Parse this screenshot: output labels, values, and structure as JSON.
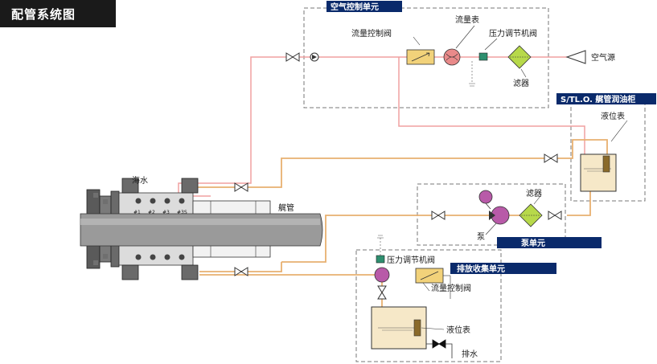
{
  "title": "配管系统图",
  "units": {
    "air_control": "空气控制单元",
    "lube_tank": "S/TL.O. 艉管润油柜",
    "pump_unit": "泵单元",
    "drain_unit": "排放收集单元"
  },
  "labels": {
    "flow_control_valve_air": "流量控制阀",
    "flow_meter": "流量表",
    "pressure_regulator_air": "压力调节机阀",
    "filter_air": "滤器",
    "air_source": "空气源",
    "level_gauge_tank": "液位表",
    "filter_pump": "滤器",
    "pump": "泵",
    "seawater": "海水",
    "stern_tube": "艉管",
    "pressure_regulator_drain": "压力调节机阀",
    "flow_control_valve_drain": "流量控制阀",
    "level_gauge_drain": "液位表",
    "discharge": "排水"
  },
  "seal_marks": [
    "#1",
    "#2",
    "#3",
    "#3S"
  ],
  "colors": {
    "air_line": "#f0a0a0",
    "oil_line": "#e8b070",
    "banner": "#0a2a6b",
    "shaft": "#9a9a9a",
    "tank_fill": "#f6e8c8",
    "flow_meter": "#e98a8a",
    "filter": "#b7d94a",
    "pump": "#b85aa8",
    "valve_box": "#f2d27a",
    "seal": "#444444"
  }
}
